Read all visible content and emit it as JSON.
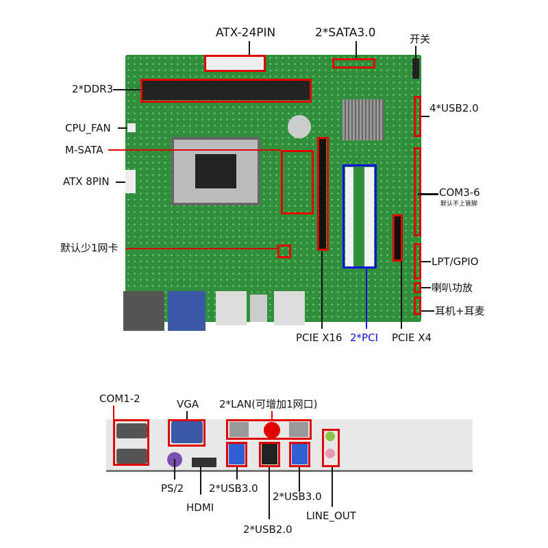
{
  "top_labels": {
    "atx24": "ATX-24PIN",
    "sata": "2*SATA3.0",
    "switch": "开关",
    "ddr3": "2*DDR3",
    "cpu_fan": "CPU_FAN",
    "msata": "M-SATA",
    "atx8": "ATX 8PIN",
    "nic_default": "默认少1网卡",
    "pcie16": "PCIE X16",
    "pci": "2*PCI",
    "pcie4": "PCIE X4",
    "usb20_4": "4*USB2.0",
    "com36": "COM3-6",
    "com36_note": "默认不上管脚",
    "lpt": "LPT/GPIO",
    "speaker": "喇叭功放",
    "audio": "耳机+耳麦"
  },
  "io_labels": {
    "com12": "COM1-2",
    "vga": "VGA",
    "lan": "2*LAN(可增加1网口)",
    "ps2": "PS/2",
    "hdmi": "HDMI",
    "usb30_left": "2*USB3.0",
    "usb20": "2*USB2.0",
    "usb30_right": "2*USB3.0",
    "line_out": "LINE_OUT"
  },
  "colors": {
    "highlight": "#e00000",
    "pci": "#1010e0",
    "board": "#2f8f3a"
  }
}
